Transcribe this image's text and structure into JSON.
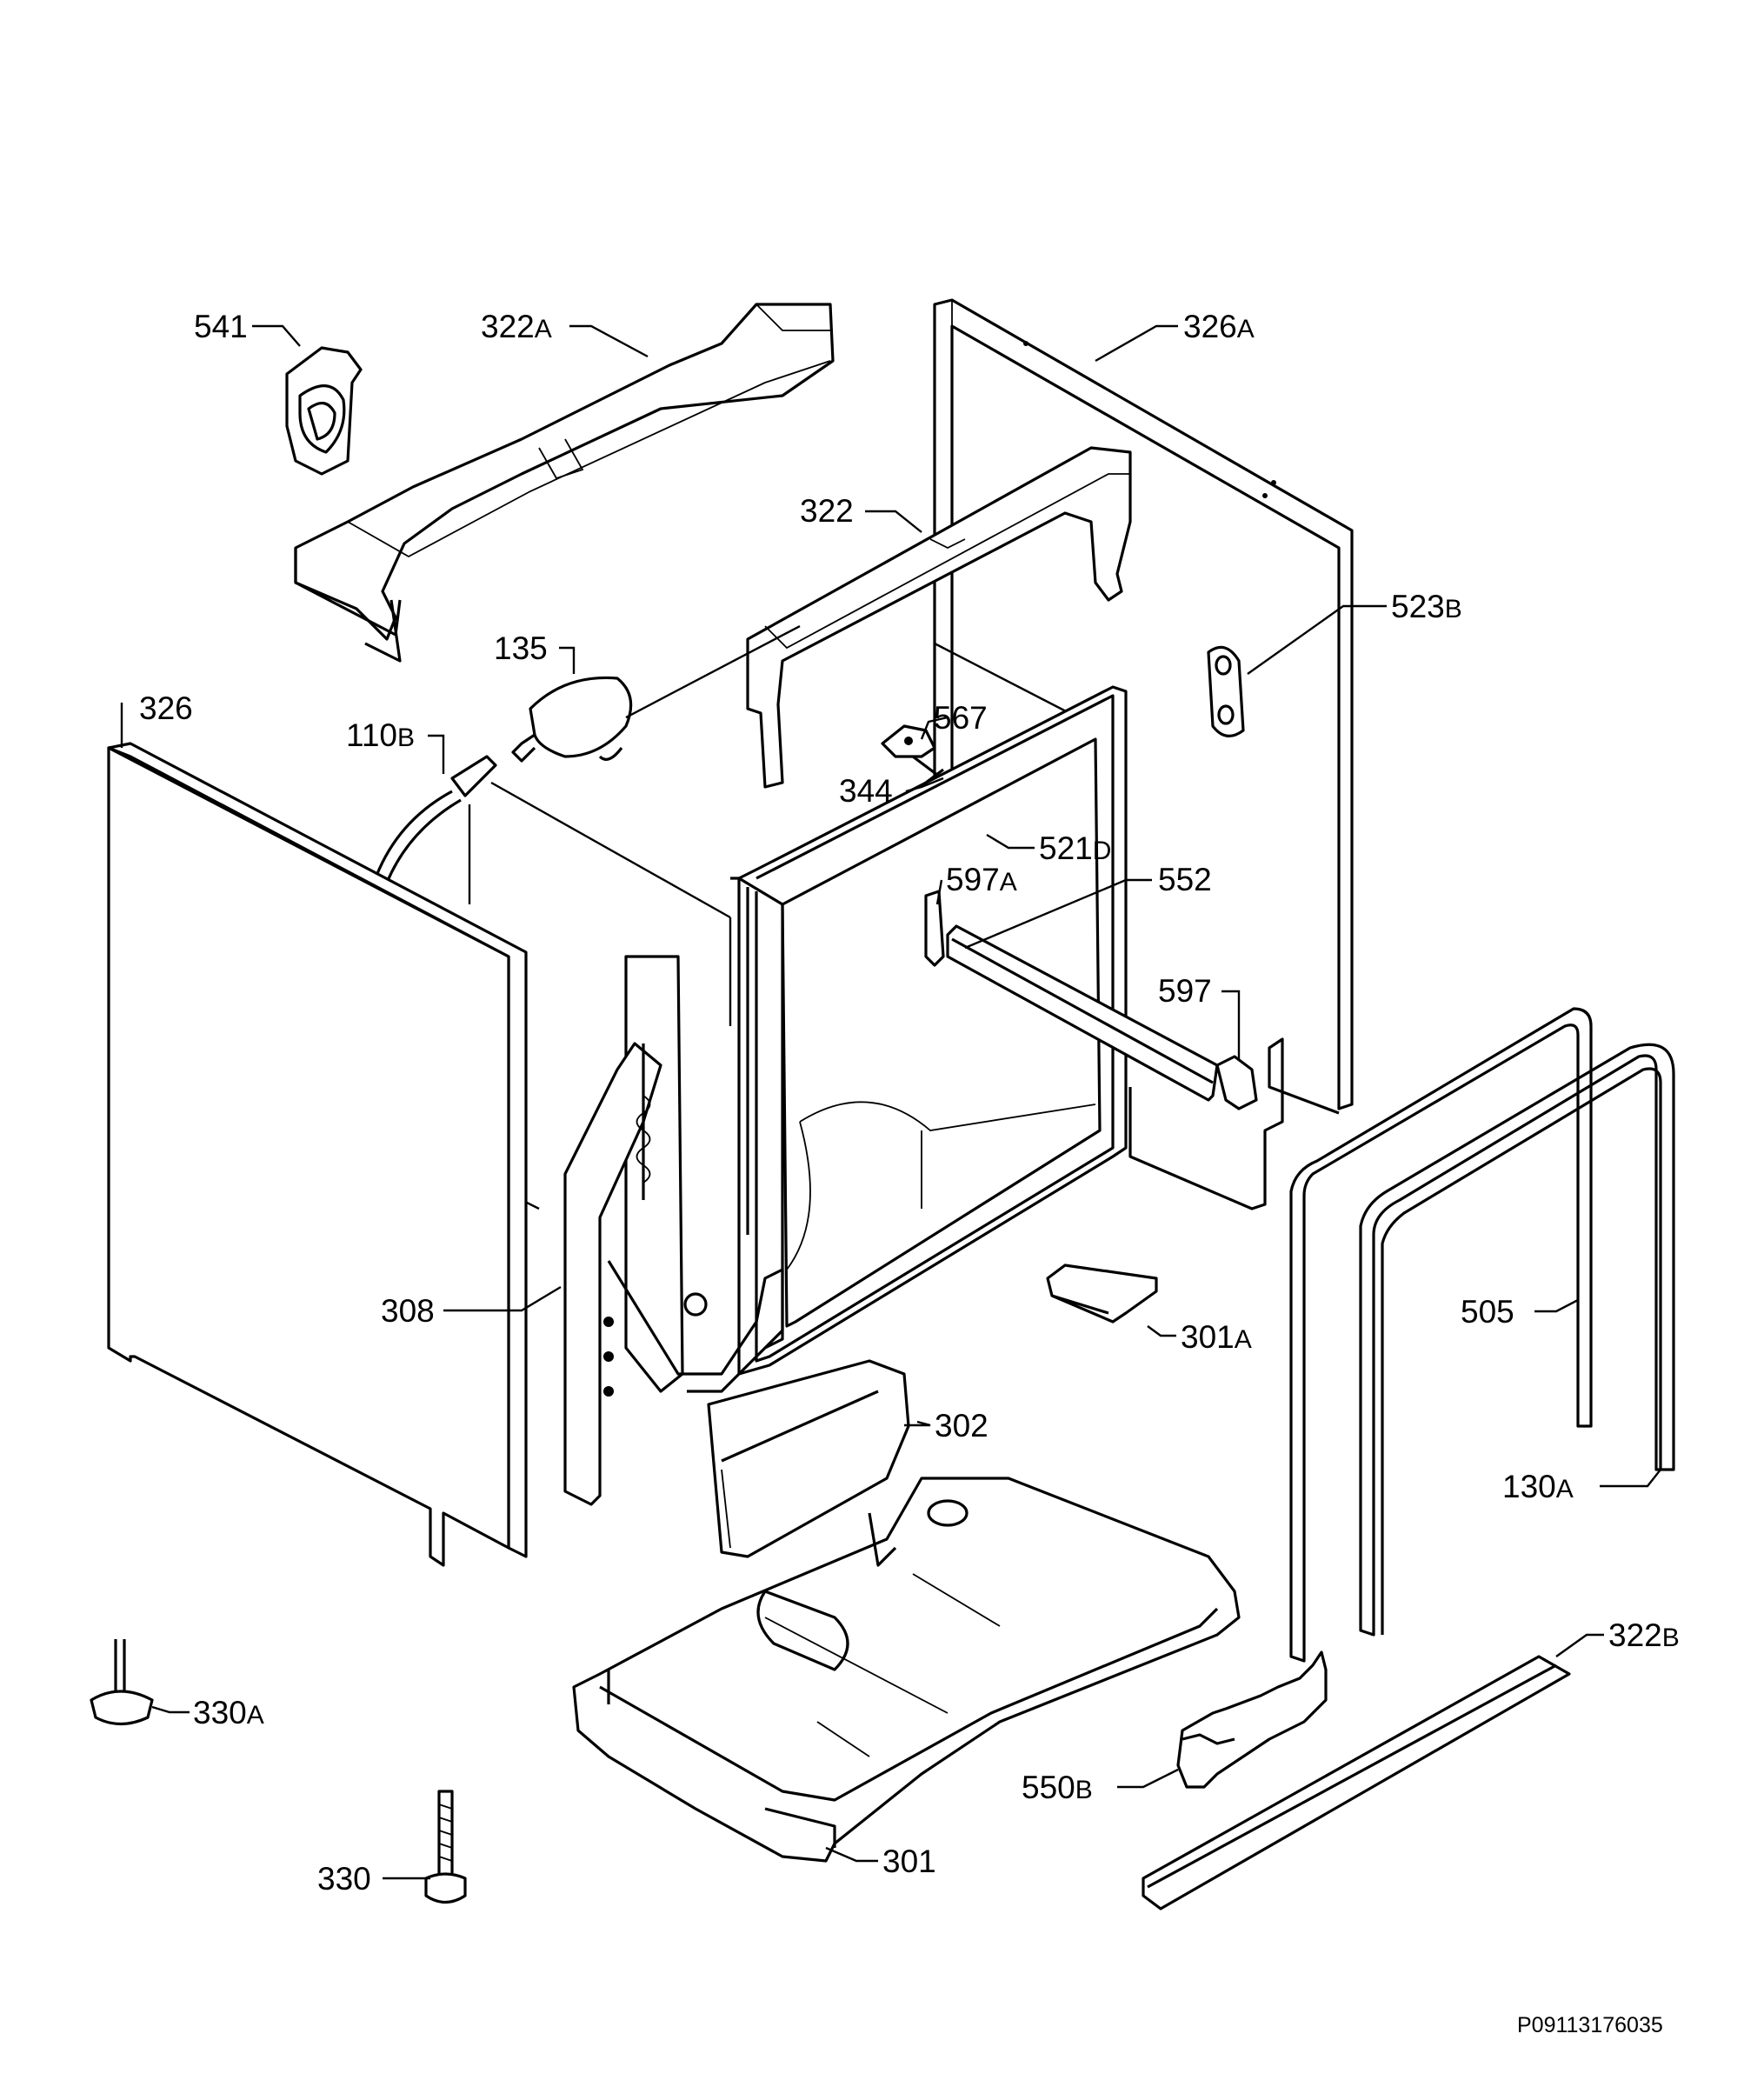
{
  "diagram": {
    "labels": {
      "p541": {
        "num": "541",
        "sfx": ""
      },
      "p322a": {
        "num": "322",
        "sfx": "A"
      },
      "p326a": {
        "num": "326",
        "sfx": "A"
      },
      "p322": {
        "num": "322",
        "sfx": ""
      },
      "p523b": {
        "num": "523",
        "sfx": "B"
      },
      "p135": {
        "num": "135",
        "sfx": ""
      },
      "p326": {
        "num": "326",
        "sfx": ""
      },
      "p110b": {
        "num": "110",
        "sfx": "B"
      },
      "p567": {
        "num": "567",
        "sfx": ""
      },
      "p344": {
        "num": "344",
        "sfx": ""
      },
      "p521d": {
        "num": "521",
        "sfx": "D"
      },
      "p597a": {
        "num": "597",
        "sfx": "A"
      },
      "p552": {
        "num": "552",
        "sfx": ""
      },
      "p597": {
        "num": "597",
        "sfx": ""
      },
      "p308": {
        "num": "308",
        "sfx": ""
      },
      "p301a": {
        "num": "301",
        "sfx": "A"
      },
      "p505": {
        "num": "505",
        "sfx": ""
      },
      "p302": {
        "num": "302",
        "sfx": ""
      },
      "p130a": {
        "num": "130",
        "sfx": "A"
      },
      "p330a": {
        "num": "330",
        "sfx": "A"
      },
      "p322b": {
        "num": "322",
        "sfx": "B"
      },
      "p550b": {
        "num": "550",
        "sfx": "B"
      },
      "p301": {
        "num": "301",
        "sfx": ""
      },
      "p330": {
        "num": "330",
        "sfx": ""
      }
    },
    "drawing_code": "P09113176035"
  }
}
